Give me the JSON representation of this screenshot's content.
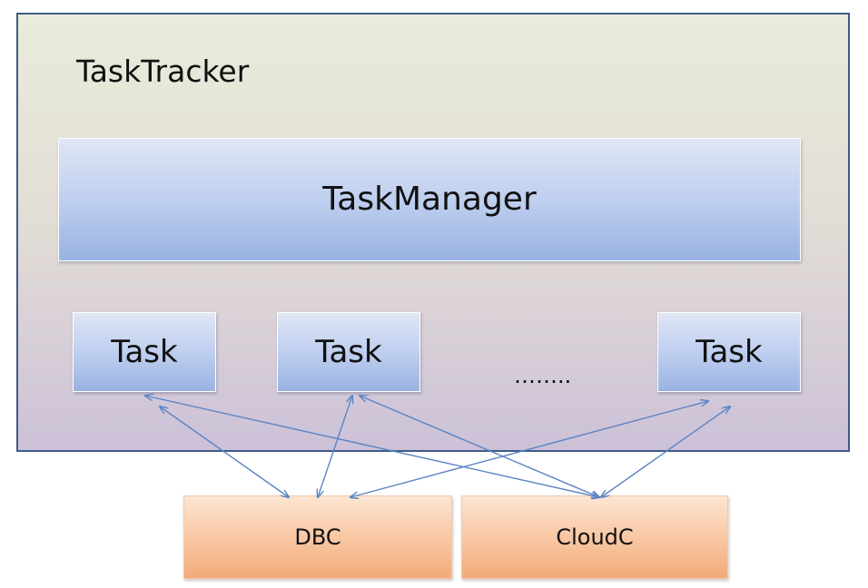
{
  "diagram": {
    "container": {
      "title": "TaskTracker"
    },
    "manager": {
      "label": "TaskManager"
    },
    "tasks": [
      {
        "label": "Task"
      },
      {
        "label": "Task"
      },
      {
        "label": "Task"
      }
    ],
    "ellipsis": "……..",
    "stores": [
      {
        "label": "DBC"
      },
      {
        "label": "CloudC"
      }
    ],
    "colors": {
      "container_border": "#3e5b85",
      "blue_box": "#bfcfef",
      "orange_box": "#f8c8a4",
      "connector": "#5b84c4"
    }
  }
}
